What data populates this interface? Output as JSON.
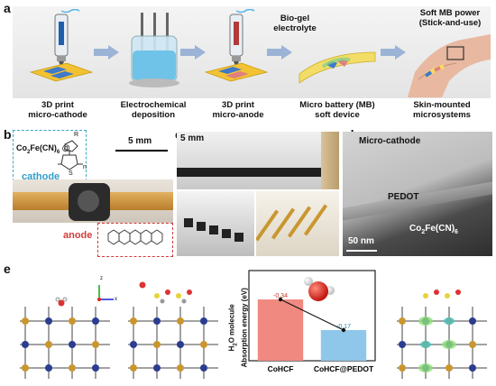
{
  "panel_a": {
    "letter": "a",
    "steps": [
      {
        "line1": "3D print",
        "line2": "micro-cathode"
      },
      {
        "line1": "Electrochemical",
        "line2": "deposition"
      },
      {
        "line1": "3D print",
        "line2": "micro-anode"
      },
      {
        "line1": "Micro battery (MB)",
        "line2": "soft device"
      },
      {
        "line1": "Skin-mounted",
        "line2": "microsystems"
      }
    ],
    "biogel_line1": "Bio-gel",
    "biogel_line2": "electrolyte",
    "softmb_line1": "Soft MB power",
    "softmb_line2": "(Stick-and-use)"
  },
  "panel_b": {
    "letter": "b",
    "formula_pre": "Co",
    "formula_sub1": "2",
    "formula_mid": "Fe(CN)",
    "formula_sub2": "6",
    "formula_at": "@",
    "cathode": "cathode",
    "anode": "anode",
    "scale": "5 mm",
    "r_label": "R",
    "s_label": "S",
    "n_label": "n"
  },
  "panel_c": {
    "letter": "c",
    "scale": "5 mm"
  },
  "panel_d": {
    "letter": "d",
    "title": "Micro-cathode",
    "pedot": "PEDOT",
    "cofe_pre": "Co",
    "cofe_sub1": "2",
    "cofe_mid": "Fe(CN)",
    "cofe_sub2": "6",
    "scale": "50 nm"
  },
  "panel_e": {
    "letter": "e",
    "axis_z": "z",
    "axis_x": "x"
  },
  "chart_data": {
    "type": "bar",
    "categories": [
      "CoHCF",
      "CoHCF@PEDOT"
    ],
    "values": [
      -0.34,
      -0.17
    ],
    "value_labels": [
      "-0.34",
      "-0.17"
    ],
    "ylabel_line1": "H",
    "ylabel_sub": "2",
    "ylabel_line1b": "O molecule",
    "ylabel_line2": "Absorption energy (eV)",
    "plot_magnitude": true,
    "ylim": [
      0,
      0.5
    ],
    "colors": [
      "#f08a80",
      "#8fc7ea"
    ]
  }
}
